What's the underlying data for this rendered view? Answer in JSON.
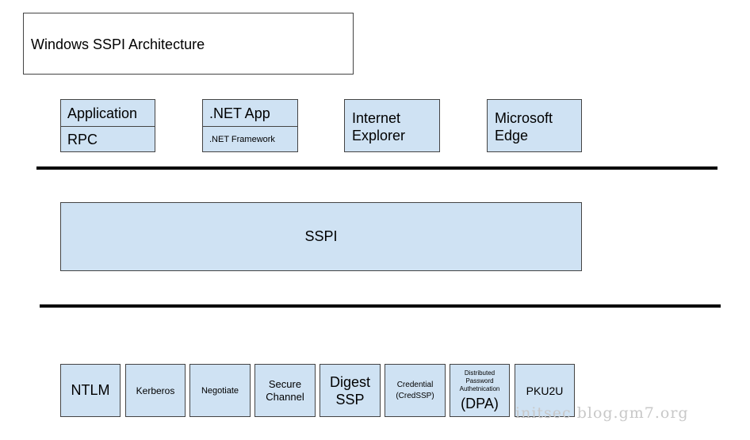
{
  "title": "Windows SSPI Architecture",
  "apps": [
    {
      "top": "Application",
      "bottom": "RPC"
    },
    {
      "top": ".NET App",
      "bottom": ".NET Framework"
    },
    {
      "label_line1": "Internet",
      "label_line2": "Explorer"
    },
    {
      "label_line1": "Microsoft",
      "label_line2": "Edge"
    }
  ],
  "sspi": "SSPI",
  "providers": [
    {
      "line1": "NTLM"
    },
    {
      "line1": "Kerberos"
    },
    {
      "line1": "Negotiate"
    },
    {
      "line1": "Secure",
      "line2": "Channel"
    },
    {
      "line1": "Digest",
      "line2": "SSP"
    },
    {
      "line1": "Credential",
      "line2": "(CredSSP)"
    },
    {
      "line1": "Distributed",
      "line2": "Password",
      "line3": "Authetnication",
      "line4": "(DPA)"
    },
    {
      "line1": "PKU2U"
    }
  ],
  "watermark": "initsec blog.gm7.org",
  "colors": {
    "box_fill": "#cfe2f3",
    "border": "#444444",
    "line": "#000000",
    "watermark": "#c8c8c8"
  }
}
